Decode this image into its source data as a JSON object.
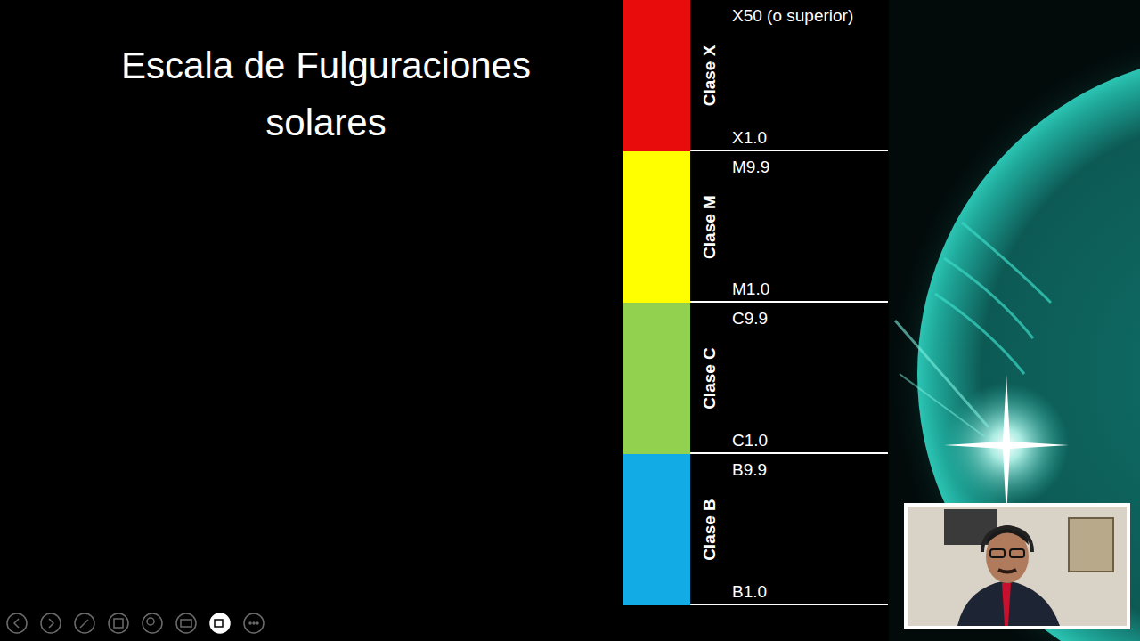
{
  "diagram": {
    "title": "Escala de Fulguraciones solares",
    "nodes": [
      {
        "text": [
          "Clase X",
          "X50 (o superior)",
          "X1.0"
        ]
      },
      {
        "text": [
          "Clase M",
          "M9.9",
          "M1.0"
        ]
      },
      {
        "text": [
          "Clase C",
          "C9.9",
          "C1.0"
        ]
      },
      {
        "text": [
          "Clase B",
          "B9.9",
          "B1.0"
        ]
      }
    ]
  }
}
